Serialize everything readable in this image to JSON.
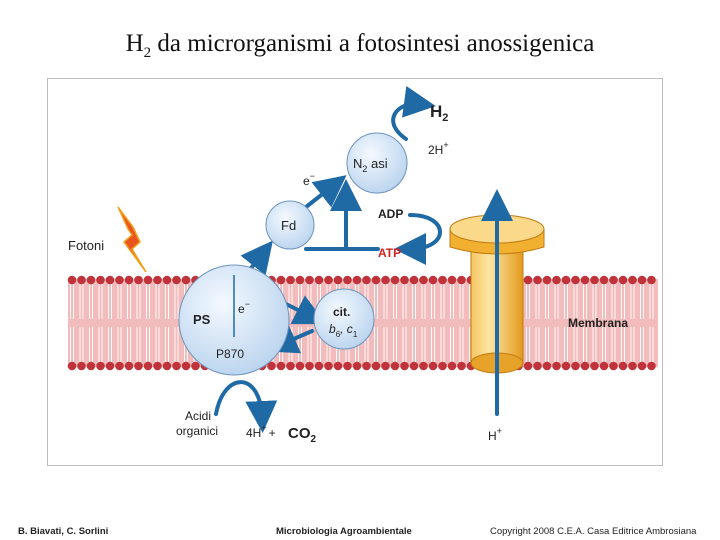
{
  "title": {
    "main": "H",
    "subscript": "2",
    "rest": " da microrganismi a fotosintesi anossigenica"
  },
  "labels": {
    "h2": "H",
    "h2_sub": "2",
    "two_h": "2H",
    "n2asi_n": "N",
    "n2asi_sub": "2",
    "n2asi_rest": " asi",
    "electron_top": "e",
    "fd": "Fd",
    "adp": "ADP",
    "atp": "ATP",
    "fotoni": "Fotoni",
    "ps": "PS",
    "electron_ps": "e",
    "p870": "P870",
    "cit": "cit.",
    "b6": "b",
    "b6_sub": "6",
    "c1": ", c",
    "c1_sub": "1",
    "membrana": "Membrana",
    "acidi": "Acidi",
    "organici": "organici",
    "four_h": "4H",
    "co2": "CO",
    "co2_sub": "2",
    "h_plus": "H",
    "plus": "+",
    "minus": "−"
  },
  "colors": {
    "membrane": "#f0b8b8",
    "lipid_head": "#c0333a",
    "arrow": "#1f6aa5",
    "circle_fill": "#d7e7f7",
    "atp_red": "#d02020",
    "atpase": "#f2b030"
  },
  "footer": {
    "authors": "B. Biavati, C. Sorlini",
    "book": "Microbiologia Agroambientale",
    "copyright": "Copyright 2008 C.E.A. Casa Editrice Ambrosiana"
  }
}
